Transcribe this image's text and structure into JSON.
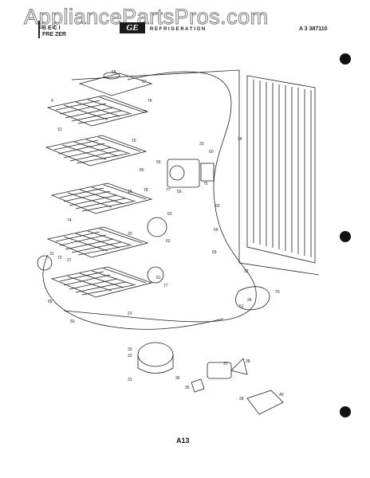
{
  "watermark": "AppliancePartsPros.com",
  "header": {
    "model_line1": "B E C I",
    "model_line2": "FRE ZER",
    "title": "R E F R I G E R A T I O N",
    "part_number": "A 3 387110"
  },
  "page_label": "A13",
  "callouts": [
    "58",
    "57",
    "4",
    "27",
    "76",
    "31",
    "33",
    "60",
    "34",
    "75",
    "15",
    "56",
    "80",
    "78",
    "77",
    "59",
    "65",
    "74",
    "19",
    "63",
    "20",
    "62",
    "59",
    "69",
    "72",
    "31",
    "27",
    "77",
    "61",
    "12",
    "65",
    "51",
    "34",
    "70",
    "21",
    "50",
    "33",
    "32",
    "31",
    "37",
    "35",
    "38",
    "36",
    "39",
    "40"
  ]
}
